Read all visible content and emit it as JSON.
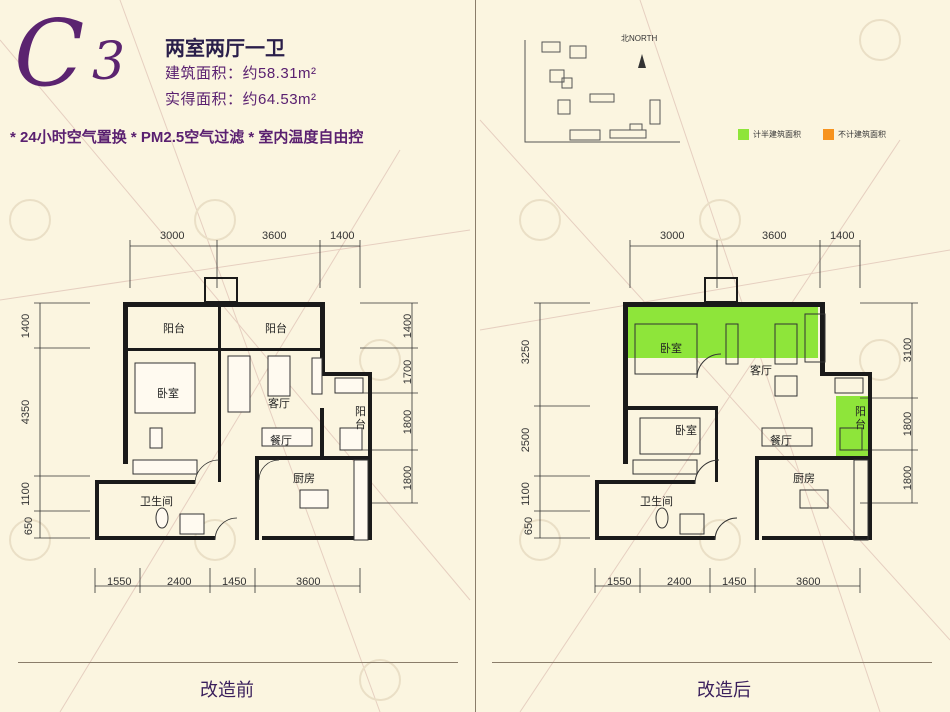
{
  "header": {
    "unit_letter": "C",
    "unit_number": "3",
    "unit_type": "两室两厅一卫",
    "building_area": "建筑面积：约58.31m²",
    "usable_area": "实得面积：约64.53m²",
    "features": "* 24小时空气置换 * PM2.5空气过滤 * 室内温度自由控"
  },
  "site_map": {
    "north_label": "北NORTH",
    "legend": [
      {
        "label": "计半建筑面积",
        "color": "#8ee53a"
      },
      {
        "label": "不计建筑面积",
        "color": "#f7931e"
      }
    ]
  },
  "colors": {
    "brand": "#5b2370",
    "half_area": "#8ee53a",
    "excluded_area": "#f7931e",
    "wall": "#1a1a1a"
  },
  "plans": [
    {
      "caption": "改造前",
      "top_dims": [
        "3000",
        "3600",
        "1400"
      ],
      "bottom_dims": [
        "1550",
        "2400",
        "1450",
        "3600"
      ],
      "left_dims": [
        "1400",
        "4350",
        "1100",
        "650"
      ],
      "right_dims": [
        "1400",
        "1700",
        "1800",
        "1800"
      ],
      "rooms": {
        "balcony_1": "阳台",
        "balcony_2": "阳台",
        "bedroom": "卧室",
        "living": "客厅",
        "side_balcony": "阳台",
        "dining": "餐厅",
        "kitchen": "厨房",
        "bathroom": "卫生间"
      }
    },
    {
      "caption": "改造后",
      "top_dims": [
        "3000",
        "3600",
        "1400"
      ],
      "bottom_dims": [
        "1550",
        "2400",
        "1450",
        "3600"
      ],
      "left_dims": [
        "3250",
        "2500",
        "1100",
        "650"
      ],
      "right_dims": [
        "3100",
        "1800",
        "1800"
      ],
      "rooms": {
        "bedroom_1": "卧室",
        "living": "客厅",
        "bedroom_2": "卧室",
        "side_balcony": "阳台",
        "dining": "餐厅",
        "kitchen": "厨房",
        "bathroom": "卫生间"
      }
    }
  ]
}
